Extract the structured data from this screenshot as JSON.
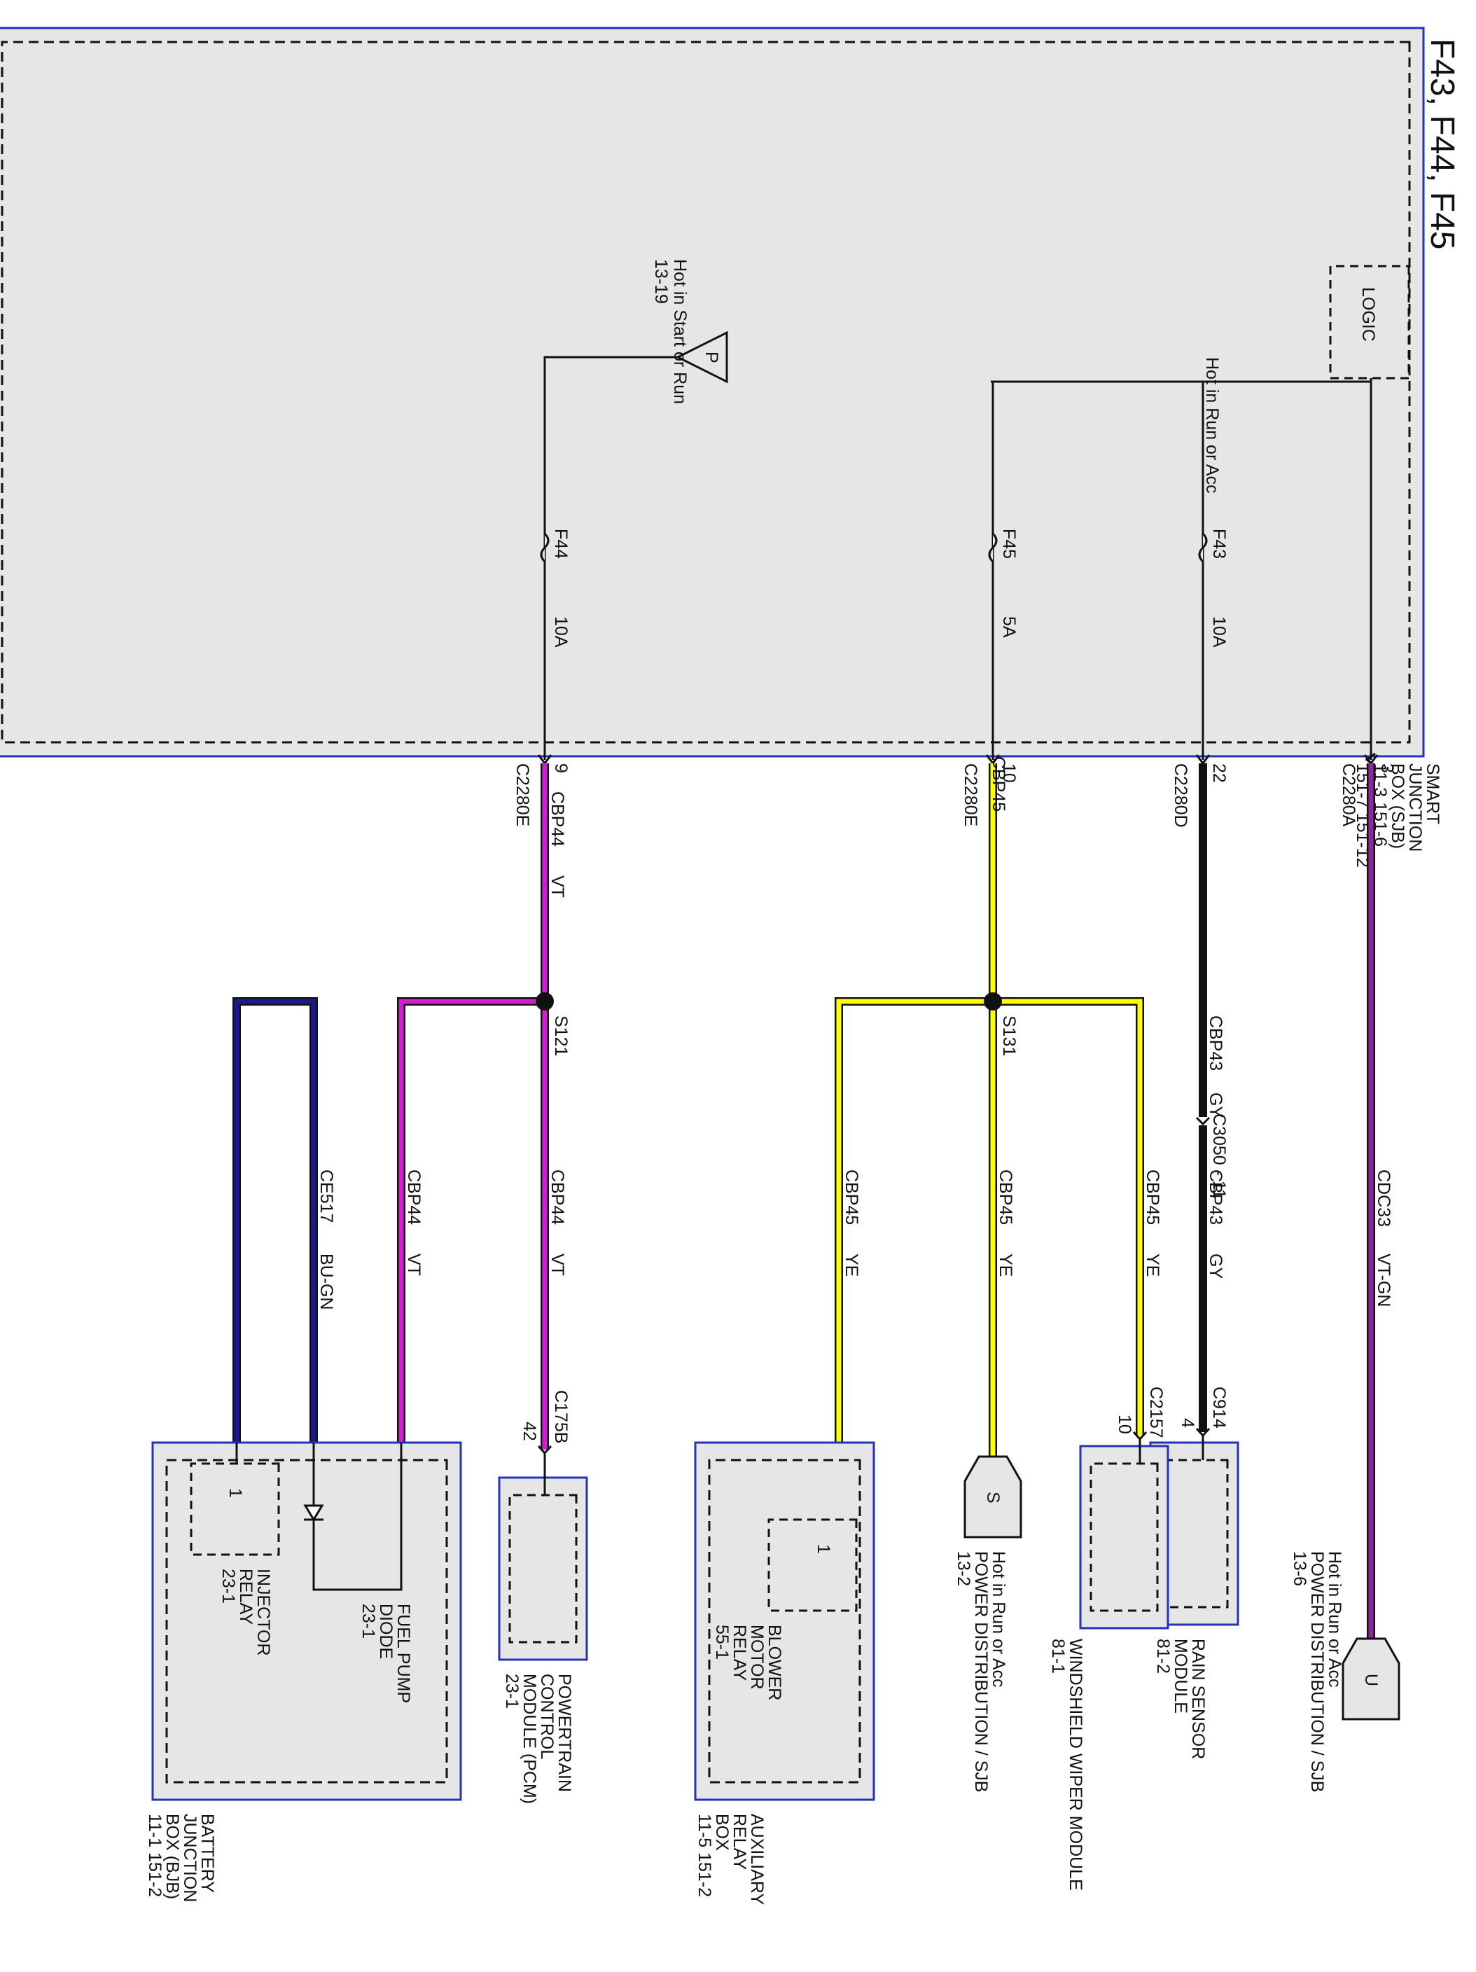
{
  "title": "F43, F44, F45",
  "colors": {
    "box_fill": "#e6e6e6",
    "box_border": "#2233bb",
    "wire_vt": "#cc22cc",
    "wire_ye": "#ffff00",
    "wire_gy": "#111111",
    "wire_vtgn": "#8a2a9a",
    "wire_bugn": "#1a1a8c"
  },
  "sjb": {
    "name": "SMART",
    "name2": "JUNCTION",
    "name3": "BOX (SJB)",
    "refs1": "11-3     151-6",
    "refs2": "151-7   151-12",
    "logic_label": "LOGIC",
    "hot_run_acc": "Hot in Run or Acc",
    "hot_start_run": "Hot in Start or Run",
    "hot_start_run_ref": "13-19",
    "p_flag": "P"
  },
  "fuses": {
    "f43": {
      "name": "F43",
      "rating": "10A"
    },
    "f44": {
      "name": "F44",
      "rating": "10A"
    },
    "f45": {
      "name": "F45",
      "rating": "5A"
    }
  },
  "connectors": {
    "a": {
      "name": "C2280A",
      "pin": "3"
    },
    "d": {
      "name": "C2280D",
      "pin": "22"
    },
    "e10": {
      "name": "C2280E",
      "pin": "10"
    },
    "e9": {
      "name": "C2280E",
      "pin": "9"
    },
    "c3050": "C3050 - 11",
    "c914": {
      "name": "C914",
      "pin": "4"
    },
    "c2157": {
      "name": "C2157",
      "pin": "10"
    },
    "c175b": {
      "name": "C175B",
      "pin": "42"
    }
  },
  "circuits": {
    "cdc33": {
      "id": "CDC33",
      "color": "VT-GN"
    },
    "cbp43a": {
      "id": "CBP43",
      "color": "GY"
    },
    "cbp43b": {
      "id": "CBP43",
      "color": "GY"
    },
    "cbp45a": {
      "id": "CBP45",
      "color": "YE"
    },
    "cbp45b": {
      "id": "CBP45",
      "color": "YE"
    },
    "cbp45c": {
      "id": "CBP45",
      "color": "YE"
    },
    "cbp45d": {
      "id": "CBP45",
      "color": "YE"
    },
    "cbp44a": {
      "id": "CBP44",
      "color": "VT"
    },
    "cbp44b": {
      "id": "CBP44",
      "color": "VT"
    },
    "cbp44c": {
      "id": "CBP44",
      "color": "VT"
    },
    "ce517": {
      "id": "CE517",
      "color": "BU-GN"
    }
  },
  "splices": {
    "s131": "S131",
    "s121": "S121"
  },
  "offpage": {
    "u": {
      "flag": "U",
      "line1": "Hot in Run or Acc",
      "line2": "POWER DISTRIBUTION / SJB",
      "line3": "13-6"
    },
    "s": {
      "flag": "S",
      "line1": "Hot in Run or Acc",
      "line2": "POWER DISTRIBUTION / SJB",
      "line3": "13-2"
    }
  },
  "components": {
    "rain": {
      "line1": "RAIN SENSOR",
      "line2": "MODULE",
      "line3": "81-2"
    },
    "wiper": {
      "line1": "WINDSHIELD WIPER MODULE",
      "line2": "81-1"
    },
    "arb": {
      "line1": "AUXILIARY",
      "line2": "RELAY",
      "line3": "BOX",
      "line4": "11-5     151-2"
    },
    "blower": {
      "pin": "1",
      "line1": "BLOWER",
      "line2": "MOTOR",
      "line3": "RELAY",
      "line4": "55-1"
    },
    "pcm": {
      "line1": "POWERTRAIN",
      "line2": "CONTROL",
      "line3": "MODULE (PCM)",
      "line4": "23-1"
    },
    "bjb": {
      "line1": "BATTERY",
      "line2": "JUNCTION",
      "line3": "BOX (BJB)",
      "line4": "11-1     151-2"
    },
    "fpdiode": {
      "line1": "FUEL PUMP",
      "line2": "DIODE",
      "line3": "23-1"
    },
    "injector": {
      "pin": "1",
      "line1": "INJECTOR",
      "line2": "RELAY",
      "line3": "23-1"
    }
  }
}
